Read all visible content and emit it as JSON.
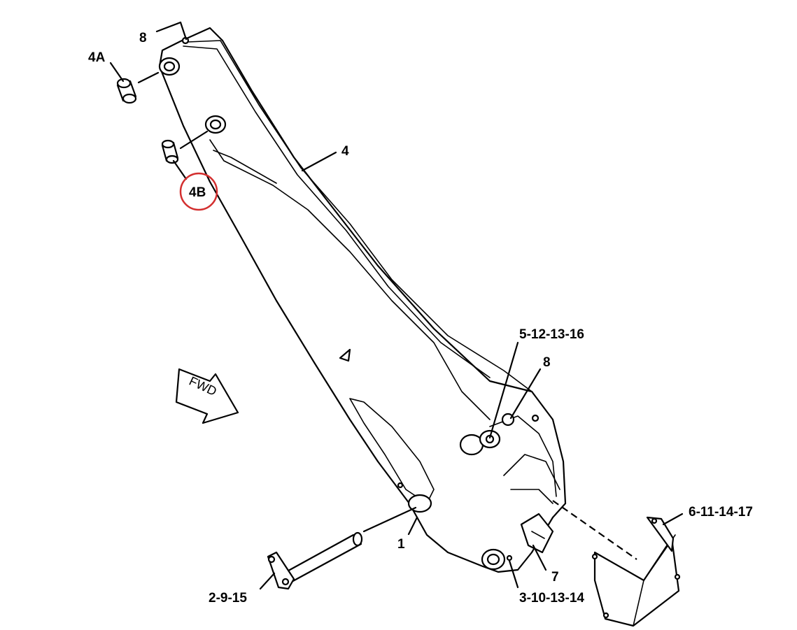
{
  "callouts": {
    "c4a": "4A",
    "c8_top": "8",
    "c4": "4",
    "c4b": "4B",
    "c5": "5-12-13-16",
    "c8_right": "8",
    "c6": "6-11-14-17",
    "c1": "1",
    "c7": "7",
    "c2": "2-9-15",
    "c3": "3-10-13-14"
  },
  "direction_arrow": {
    "label": "FWD"
  },
  "highlight_color": "#d32f2f"
}
